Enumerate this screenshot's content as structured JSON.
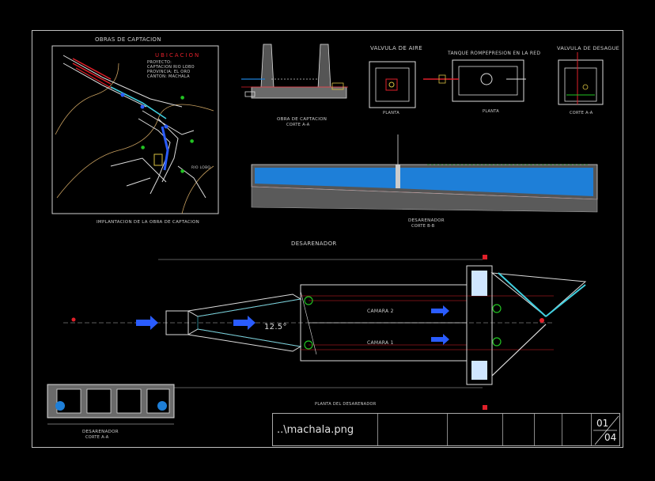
{
  "titles": {
    "captacion_header": "OBRAS DE CAPTACION",
    "location": "UBICACION",
    "project_block": [
      "PROYECTO:",
      "CAPTACION RIO LOBO",
      "PROVINCIA: EL ORO",
      "CANTON: MACHALA"
    ],
    "implantacion": "IMPLANTACION DE LA OBRA DE CAPTACION",
    "obra_corte": "OBRA DE CAPTACION",
    "corte_aa": "CORTE A-A",
    "valvula_aire": "VALVULA DE AIRE",
    "tanque": "TANQUE ROMPEPRESION EN LA RED",
    "valvula_desague": "VALVULA DE DESAGUE",
    "planta_1": "PLANTA",
    "planta_2": "PLANTA",
    "corte_desague": "CORTE A-A",
    "desarenador_corte": "DESARENADOR",
    "corte_bb": "CORTE B-B",
    "desarenador_plan": "DESARENADOR",
    "planta_desarenador": "PLANTA DEL DESARENADOR",
    "corte_desarenador_small": "DESARENADOR",
    "corte_small": "CORTE A-A",
    "camara_2": "CAMARA 2",
    "camara_1": "CAMARA 1",
    "angle": "12.5°",
    "rio_lobo": "RIO LOBO"
  },
  "image_ref": "..\\machala.png",
  "sheet": {
    "number": "01",
    "total": "04"
  },
  "colors": {
    "water": "#1e7fd8",
    "accent_red": "#e0202a",
    "accent_green": "#22c322",
    "cyan": "#40d0e0",
    "arrow_blue": "#2a5cff"
  }
}
